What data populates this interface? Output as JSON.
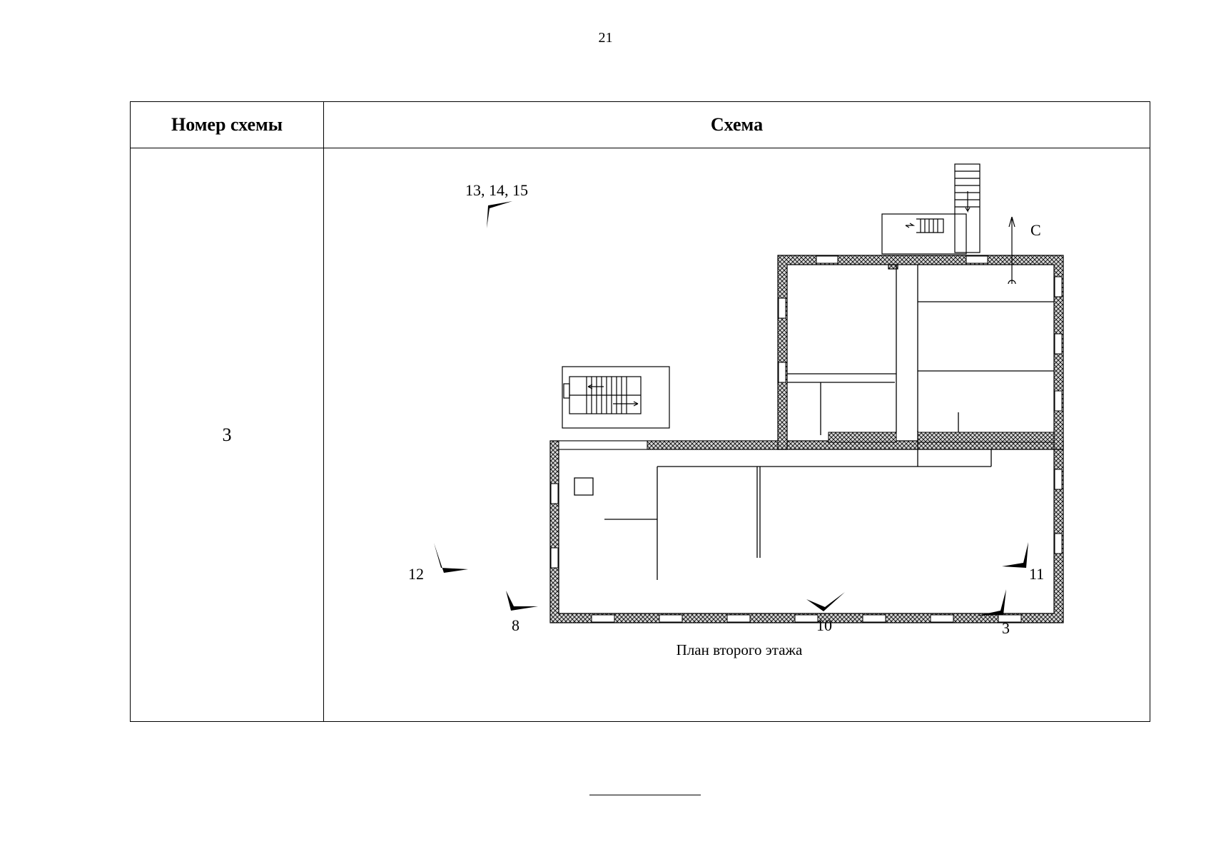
{
  "page_number": "21",
  "table": {
    "headers": {
      "number": "Номер схемы",
      "scheme": "Схема"
    },
    "rows": [
      {
        "number": "3"
      }
    ]
  },
  "plan": {
    "caption": "План второго этажа",
    "north_label": "С",
    "view_markers": {
      "m13_14_15": "13, 14, 15",
      "m12": "12",
      "m8": "8",
      "m10": "10",
      "m3": "3",
      "m11": "11"
    }
  },
  "colors": {
    "line": "#000000",
    "wall_fill": "#d9d9d9"
  }
}
